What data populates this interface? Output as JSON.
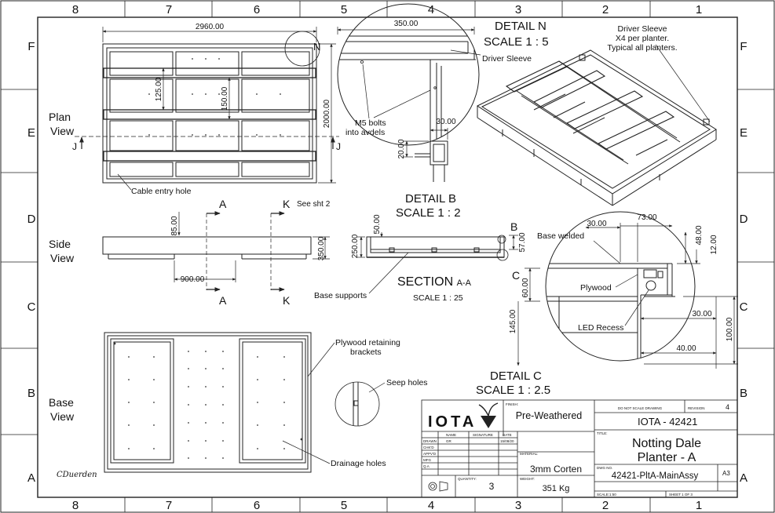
{
  "border": {
    "columns": [
      "8",
      "7",
      "6",
      "5",
      "4",
      "3",
      "2",
      "1"
    ],
    "rows": [
      "F",
      "E",
      "D",
      "C",
      "B",
      "A"
    ]
  },
  "plan": {
    "label_line1": "Plan",
    "label_line2": "View",
    "width": "2960.00",
    "height": "2000.00",
    "dim_125": "125.00",
    "dim_150": "150.00",
    "section_mark": "J",
    "cable_note": "Cable entry hole",
    "detail_flag": "N"
  },
  "side": {
    "label_line1": "Side",
    "label_line2": "View",
    "dim_85": "85.00",
    "dim_350": "350.00",
    "dim_900": "900.00",
    "mark_a": "A",
    "mark_k": "K",
    "see_note": "See sht 2"
  },
  "base": {
    "label_line1": "Base",
    "label_line2": "View",
    "plywood_note_1": "Plywood retaining",
    "plywood_note_2": "brackets",
    "seep_note": "Seep holes",
    "drainage_note": "Drainage holes"
  },
  "detail_n": {
    "title": "DETAIL N",
    "scale": "SCALE 1 : 5",
    "dim_350": "350.00",
    "driver_sleeve": "Driver Sleeve",
    "m5_line1": "M5 bolts",
    "m5_line2": "into avdels",
    "dim_30": "30.00",
    "dim_20": "20.00"
  },
  "iso": {
    "note_line1": "Driver Sleeve",
    "note_line2": "X4 per planter.",
    "note_line3": "Typical all planters."
  },
  "detail_b": {
    "title": "DETAIL B",
    "scale": "SCALE 1 : 2",
    "flag_b": "B",
    "flag_c": "C",
    "dim_50": "50.00",
    "dim_250": "250.00",
    "dim_57": "57.00",
    "base_supports": "Base supports"
  },
  "section": {
    "title": "SECTION",
    "suffix": "A-A",
    "scale": "SCALE 1 : 25"
  },
  "detail_c": {
    "title": "DETAIL C",
    "scale": "SCALE 1 : 2.5",
    "dim_30a": "30.00",
    "dim_73": "73.00",
    "dim_48": "48.00",
    "dim_12": "12.00",
    "base_welded": "Base welded",
    "plywood": "Plywood",
    "dim_60": "60.00",
    "dim_145": "145.00",
    "led": "LED Recess",
    "dim_30b": "30.00",
    "dim_100": "100.00",
    "dim_40": "40.00"
  },
  "title_block": {
    "logo": "IOTA",
    "finish_label": "FINISH:",
    "finish_value": "Pre-Weathered",
    "do_not_scale": "DO NOT SCALE DRAWING",
    "revision_label": "REVISION",
    "revision_value": "4",
    "drawing_id": "IOTA - 42421",
    "col_name": "NAME",
    "col_signature": "SIGNATURE",
    "col_date": "DATE",
    "row_drawn": "DRAWN",
    "drawn_name": "GR",
    "drawn_date": "15/08/20",
    "row_chkd": "CHK'D",
    "row_appvd": "APPV'D",
    "row_mfg": "MFG",
    "row_qa": "Q.A",
    "title_label": "TITLE:",
    "title_line1": "Notting Dale",
    "title_line2": "Planter - A",
    "material_label": "MATERIAL:",
    "material_value": "3mm Corten",
    "dwg_label": "DWG NO.",
    "dwg_value": "42421-PltA-MainAssy",
    "size": "A3",
    "quantity_label": "QUANTITY:",
    "quantity_value": "3",
    "weight_label": "WEIGHT:",
    "weight_value": "351 Kg",
    "scale": "SCALE:1:50",
    "sheet": "SHEET 1 OF 3"
  },
  "signature": "CDuerden"
}
